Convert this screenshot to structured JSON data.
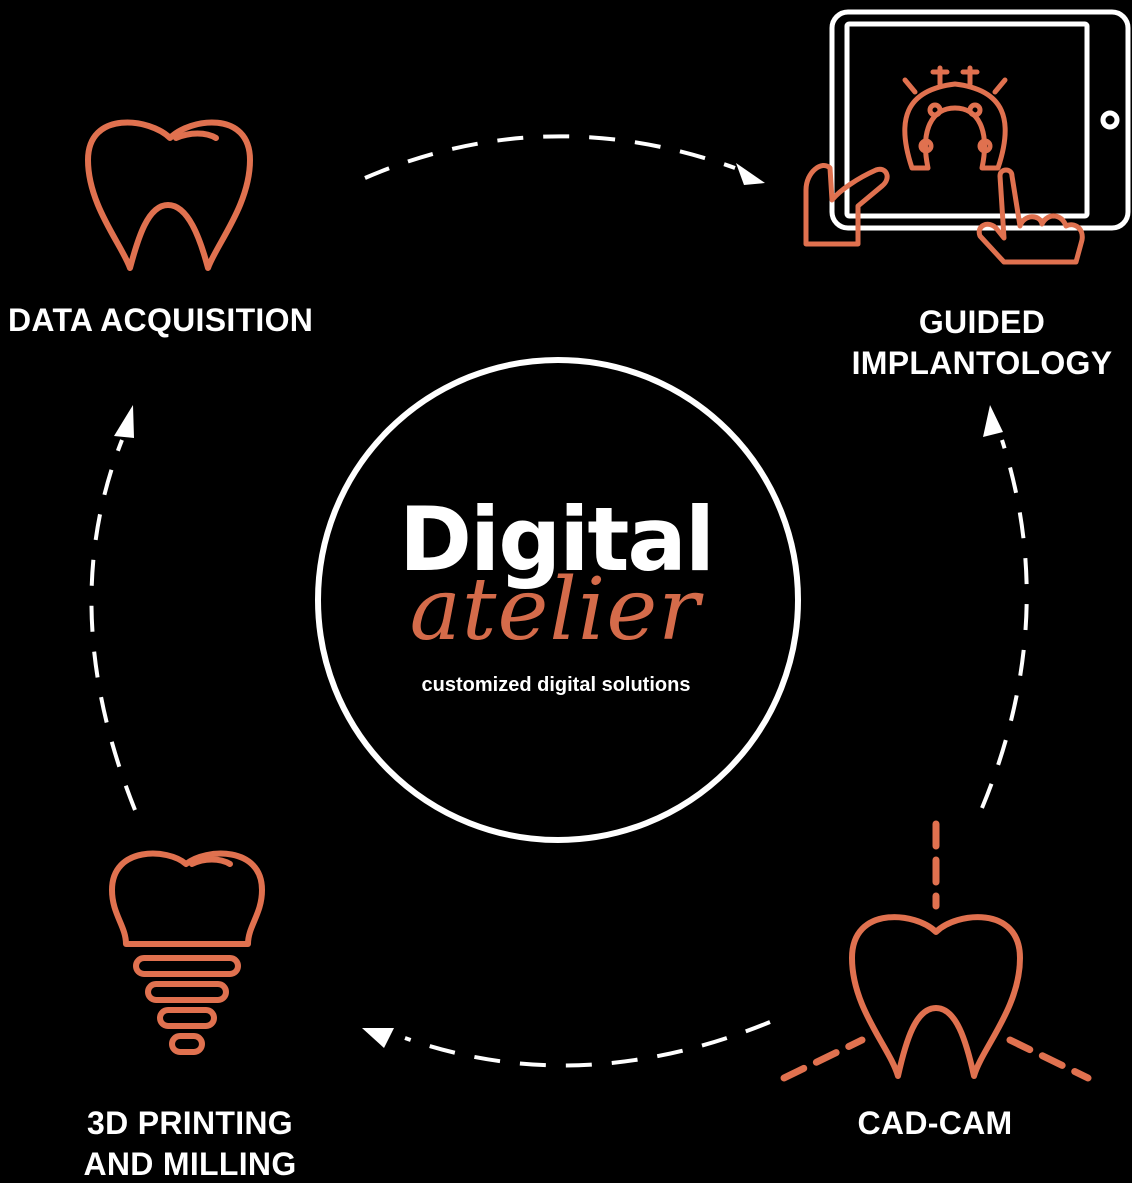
{
  "colors": {
    "background": "#000000",
    "accent": "#e0714f",
    "text": "#ffffff"
  },
  "center": {
    "title": "Digital",
    "script": "atelier",
    "tagline": "customized digital solutions"
  },
  "steps": [
    {
      "icon": "tooth-icon",
      "lines": [
        "DATA ACQUISITION"
      ]
    },
    {
      "icon": "tablet-hand-icon",
      "lines": [
        "GUIDED",
        "IMPLANTOLOGY"
      ]
    },
    {
      "icon": "tooth-cadcam-icon",
      "lines": [
        "CAD-CAM"
      ]
    },
    {
      "icon": "dental-implant-icon",
      "lines": [
        "3D PRINTING",
        "AND MILLING"
      ]
    }
  ]
}
